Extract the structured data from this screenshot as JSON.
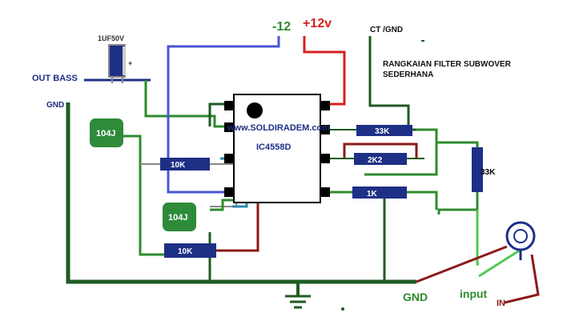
{
  "diagram": {
    "title_line1": "RANGKAIAN FILTER SUBWOVER",
    "title_line2": "SEDERHANA",
    "chip_label": "IC4558D",
    "watermark": "www.SOLDIRADEM.com",
    "power": {
      "neg": "-12",
      "pos": "+12v",
      "ct": "CT /GND"
    },
    "labels": {
      "out_bass": "OUT BASS",
      "gnd_left": "GND",
      "gnd_bottom": "GND",
      "input": "input",
      "in": "IN",
      "cap_elco": "1UF50V",
      "cap_plus": "+"
    },
    "components": {
      "c1": "104J",
      "c2": "104J",
      "r_10k_top": "10K",
      "r_10k_bottom": "10K",
      "r_33k": "33K",
      "r_2k2": "2K2",
      "r_1k": "1K",
      "r_33k_vertical": "33K"
    },
    "colors": {
      "ground": "#1f5b22",
      "green": "#2e8b2e",
      "bright_green": "#4fc94f",
      "red": "#d42020",
      "maroon": "#8b1a1a",
      "blue": "#4a55d6",
      "teal": "#2a8ab0",
      "resistor": "#1e2f86",
      "cap": "#2e8b3a",
      "ic_body": "#ffffff"
    }
  }
}
